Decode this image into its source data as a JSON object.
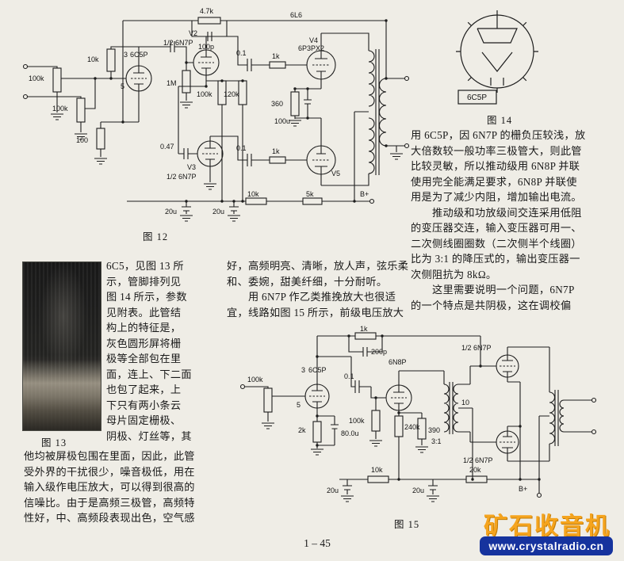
{
  "page_number": "1 – 45",
  "watermark": {
    "title": "矿石收音机",
    "url": "www.crystalradio.cn",
    "colors": {
      "title": "#f5a41e",
      "bar": "#16339e"
    }
  },
  "figures": {
    "fig12": {
      "caption": "图 12",
      "labels": {
        "fb_r": "4.7k",
        "fb_c": "100p",
        "out_type": "6L6",
        "v2": "V2",
        "v2_type": "1/2 6N7P",
        "v4": "V4",
        "v4_type": "6P3PX2",
        "v1_pin_top": "3",
        "v1_type": "6C5P",
        "v1_pin_bot": "5",
        "pot1": "100k",
        "pot2": "100k",
        "r_cath_in": "100",
        "r_plate1": "10k",
        "r_grid2": "1M",
        "r_load1": "100k",
        "r_load2": "120k",
        "c_couple1": "0.1",
        "r_stop1": "1k",
        "r_cath_out": "360",
        "c_cath": "100u",
        "c_couple3": "0.47",
        "v3": "V3",
        "v3_type": "1/2 6N7P",
        "c_couple2": "0.1",
        "r_stop2": "1k",
        "v5": "V5",
        "r_filter1": "10k",
        "r_filter2": "5k",
        "c_filter1": "20u",
        "c_filter2": "20u",
        "bplus": "B+"
      }
    },
    "fig13": {
      "caption": "图 13"
    },
    "fig14": {
      "caption": "图 14",
      "tube_label": "6C5P"
    },
    "fig15": {
      "caption": "图 15",
      "labels": {
        "fb_r": "1k",
        "fb_c": "200p",
        "v_top": "1/2 6N7P",
        "v_bot": "1/2 6N7P",
        "drv": "6N8P",
        "v1_pin": "3",
        "v1": "6C5P",
        "v1_pin5": "5",
        "pot": "100k",
        "c_couple": "0.1",
        "r_cath1": "2k",
        "c_cath1": "80.0u",
        "r_grid": "100k",
        "r_load": "240k",
        "r_cath2": "390",
        "tr_ratio": "3:1",
        "tr_sec": "10",
        "r_filter1": "10k",
        "r_filter2": "20k",
        "c_filter1": "20u",
        "c_filter2": "20u",
        "bplus": "B+"
      }
    }
  },
  "text": {
    "left_narrow": [
      "6C5，见图 13 所",
      "示，管脚排列见",
      "图 14 所示，参数",
      "见附表。此管结",
      "构上的特征是，",
      "灰色圆形屏将栅",
      "极等全部包在里",
      "面，连上、下二面",
      "也包了起来，上",
      "下只有两小条云",
      "母片固定栅极、",
      "阴极、灯丝等，其"
    ],
    "left_wide": [
      "他均被屏极包围在里面，因此，此管",
      "受外界的干扰很少，噪音极低，用在",
      "输入级作电压放大，可以得到很高的",
      "信噪比。由于是高频三极管，高频特",
      "性好，中、高频段表现出色，空气感"
    ],
    "middle": [
      "好，高频明亮、清晰，放人声，弦乐柔",
      "和、委婉，甜美纤细，十分耐听。",
      "　　用 6N7P 作乙类推挽放大也很适",
      "宜，线路如图 15 所示，前级电压放大"
    ],
    "right": [
      "用 6C5P，因 6N7P 的栅负压较浅，放",
      "大倍数较一般功率三极管大，则此管",
      "比较灵敏，所以推动级用 6N8P 并联",
      "使用完全能满足要求，6N8P 并联使",
      "用是为了减少内阻，增加输出电流。",
      "　　推动级和功放级间交连采用低阻",
      "的变压器交连，输入变压器可用一、",
      "二次侧线圈圈数（二次侧半个线圈）",
      "比为 3:1 的降压式的，输出变压器一",
      "次侧阻抗为 8kΩ。",
      "　　这里需要说明一个问题，6N7P",
      "的一个特点是共阴极，这在调校偏"
    ]
  }
}
